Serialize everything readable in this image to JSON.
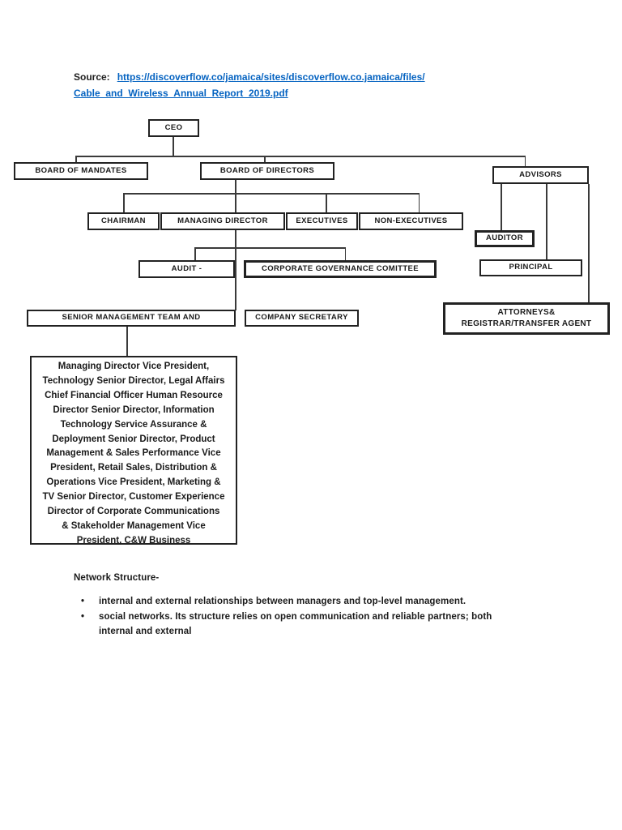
{
  "source": {
    "label": "Source:",
    "link_line1": "https://discoverflow.co/jamaica/sites/discoverflow.co.jamaica/files/",
    "link_line2": "Cable_and_Wireless_Annual_Report_2019.pdf",
    "link_color": "#0563C1"
  },
  "org_chart": {
    "ceo": "CEO",
    "board_of_mandates": "BOARD OF MANDATES",
    "board_of_directors": "BOARD OF DIRECTORS",
    "advisors": "ADVISORS",
    "chairman": "CHAIRMAN",
    "managing_director": "MANAGING DIRECTOR",
    "executives": "EXECUTIVES",
    "non_executives": "NON-EXECUTIVES",
    "audit_committee": "AUDIT -",
    "corporate_governance_committee": "CORPORATE GOVERNANCE COMITTEE",
    "auditor": "AUDITOR",
    "principal": "PRINCIPAL",
    "senior_management_team": "SENIOR MANAGEMENT TEAM AND",
    "company_secretary": "COMPANY SECRETARY",
    "attorneys_registrar": "ATTORNEYS&\nREGISTRAR/TRANSFER AGENT",
    "senior_management_members": "Managing Director Vice President,\nTechnology Senior Director, Legal Affairs\nChief Financial Officer Human Resource\nDirector Senior Director, Information\nTechnology Service Assurance &\nDeployment Senior Director, Product\nManagement & Sales Performance Vice\nPresident, Retail Sales, Distribution &\nOperations Vice President, Marketing &\nTV Senior Director, Customer Experience\nDirector of Corporate Communications\n& Stakeholder Management Vice\nPresident, C&W Business",
    "relationships": [
      "CEO -> BOARD OF MANDATES",
      "CEO -> BOARD OF DIRECTORS",
      "CEO -> ADVISORS",
      "BOARD OF DIRECTORS -> CHAIRMAN",
      "BOARD OF DIRECTORS -> MANAGING DIRECTOR",
      "BOARD OF DIRECTORS -> EXECUTIVES",
      "BOARD OF DIRECTORS -> NON-EXECUTIVES",
      "MANAGING DIRECTOR -> AUDIT -",
      "MANAGING DIRECTOR -> CORPORATE GOVERNANCE COMITTEE",
      "MANAGING DIRECTOR -> SENIOR MANAGEMENT TEAM AND",
      "ADVISORS -> AUDITOR",
      "ADVISORS -> PRINCIPAL",
      "ADVISORS -> ATTORNEYS& REGISTRAR/TRANSFER AGENT",
      "SENIOR MANAGEMENT TEAM AND -> members list"
    ]
  },
  "notes": {
    "heading": "Network Structure-",
    "bullets": [
      "internal and external relationships between managers and top-level management.",
      "social networks. Its structure relies on open communication and reliable partners; both internal and external"
    ]
  }
}
